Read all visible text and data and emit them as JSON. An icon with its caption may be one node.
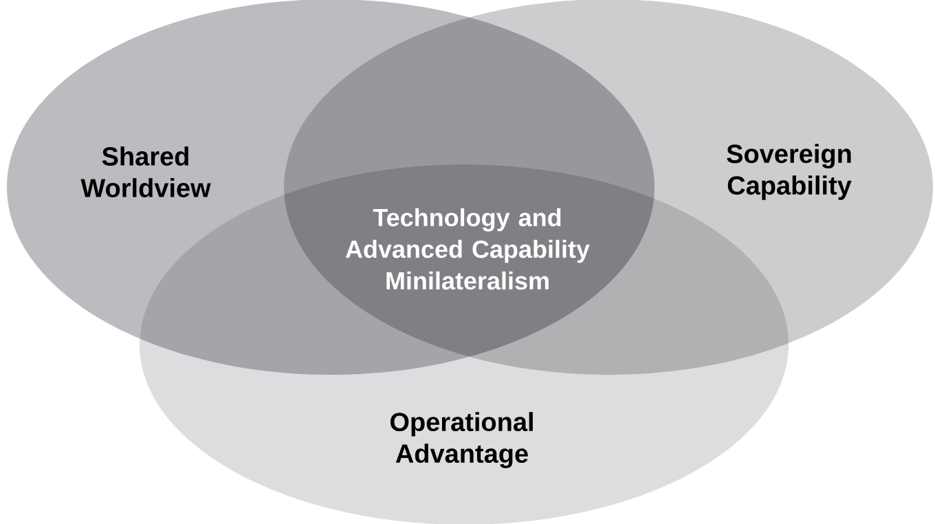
{
  "diagram": {
    "nodes": [
      {
        "text": [
          "Shared Worldview"
        ]
      },
      {
        "text": [
          "Sovereign Capability"
        ]
      },
      {
        "text": [
          "Operational Advantage"
        ]
      }
    ],
    "labels": [
      "Technology and Advanced Capability Minilateralism"
    ]
  }
}
